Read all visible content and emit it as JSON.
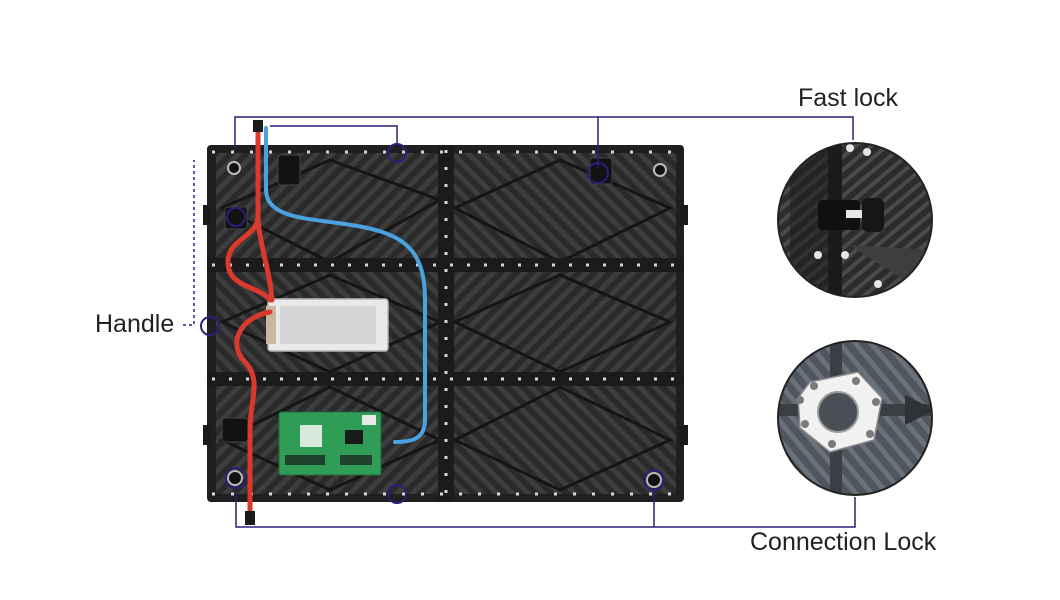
{
  "labels": {
    "fast_lock": "Fast lock",
    "handle": "Handle",
    "connection_lock": "Connection Lock"
  },
  "colors": {
    "callout_line": "#2a1f7a",
    "cabinet": "#262626",
    "rib": "#3a3a3a",
    "power_cable": "#d93a2b",
    "signal_cable": "#4aa3e0",
    "power_supply": "#e6e6e6",
    "receiving_card": "#2f9d55",
    "detail_circle": "#555b63"
  },
  "icons": {
    "fast_lock_detail": "fast-lock-closeup",
    "connection_lock_detail": "connection-lock-closeup"
  }
}
